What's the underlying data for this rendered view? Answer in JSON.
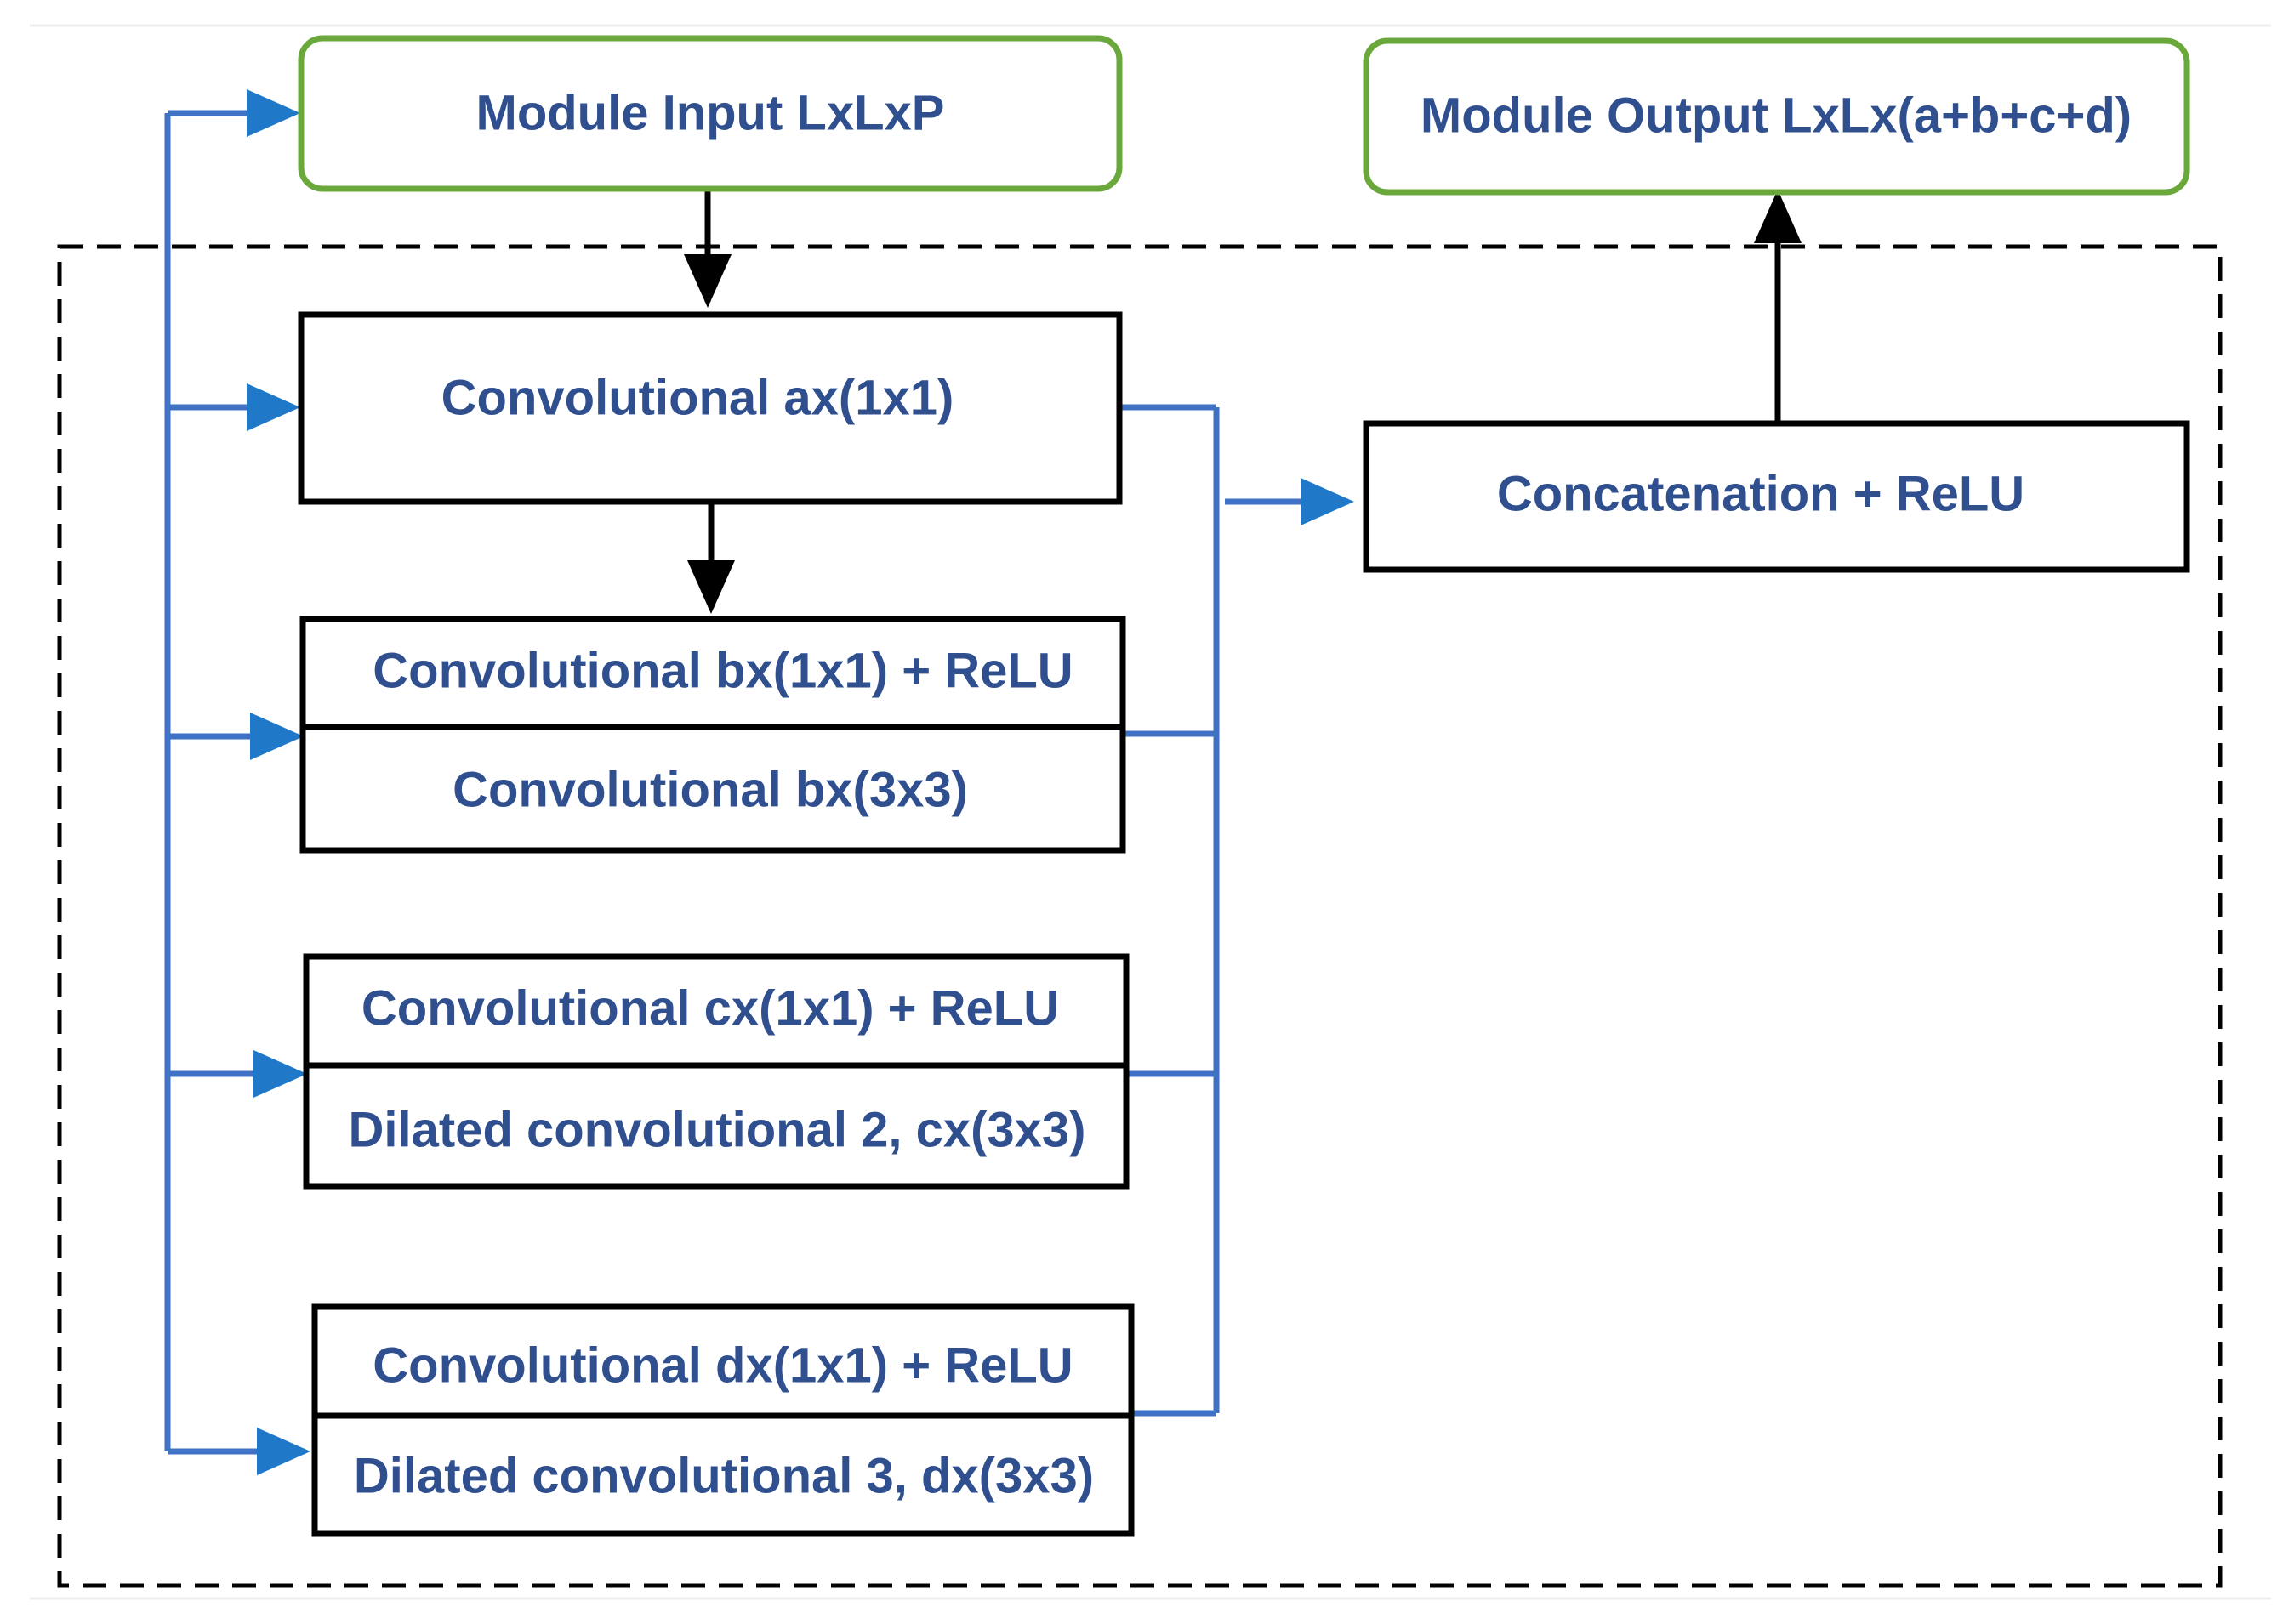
{
  "diagram": {
    "module_input": "Module Input LxLxP",
    "module_output": "Module Output LxLx(a+b+c+d)",
    "conv_a": "Convolutional ax(1x1)",
    "concat": "Concatenation + ReLU",
    "conv_b_top": "Convolutional bx(1x1) + ReLU",
    "conv_b_bottom": "Convolutional bx(3x3)",
    "conv_c_top": "Convolutional cx(1x1) + ReLU",
    "conv_c_bottom": "Dilated convolutional 2, cx(3x3)",
    "conv_d_top": "Convolutional dx(1x1) + ReLU",
    "conv_d_bottom": "Dilated convolutional 3, dx(3x3)"
  },
  "colors": {
    "text": "#2f4f8f",
    "io_border": "#6aa83c",
    "connector_blue": "#3f72c5",
    "box_border": "#000000"
  }
}
